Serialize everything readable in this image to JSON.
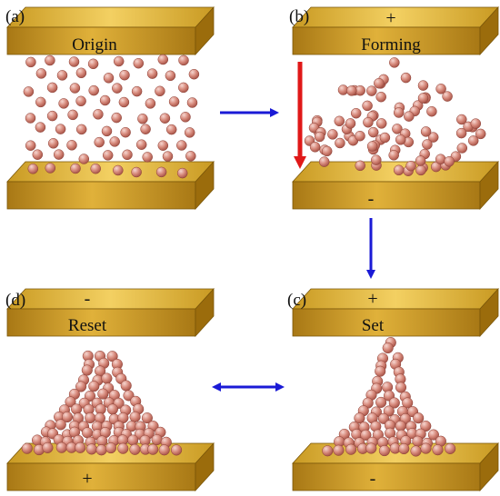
{
  "panels": [
    {
      "id": "a",
      "tag": "(a)",
      "title": "Origin",
      "top_sign": "",
      "bottom_sign": ""
    },
    {
      "id": "b",
      "tag": "(b)",
      "title": "Forming",
      "top_sign": "+",
      "bottom_sign": "-"
    },
    {
      "id": "c",
      "tag": "(c)",
      "title": "Set",
      "top_sign": "+",
      "bottom_sign": "-"
    },
    {
      "id": "d",
      "tag": "(d)",
      "title": "Reset",
      "top_sign": "-",
      "bottom_sign": "+"
    }
  ],
  "colors": {
    "electrode_top": "#e8be43",
    "electrode_front": "#c8961c",
    "electrode_side": "#9b6c0c",
    "particle_light": "#f6d6d0",
    "particle_mid": "#d78a7c",
    "particle_dark": "#a9564a",
    "arrow_blue": "#1a1ad6",
    "arrow_red": "#e01818"
  }
}
